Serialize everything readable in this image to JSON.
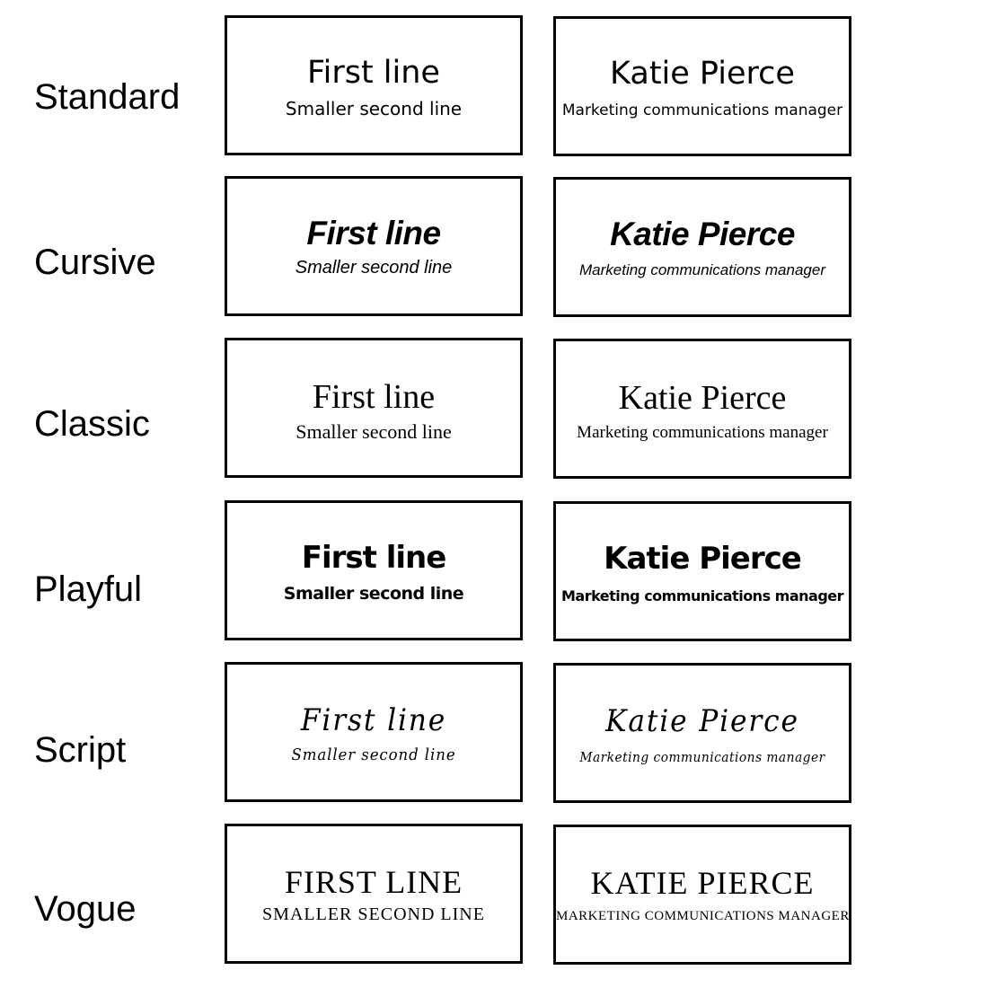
{
  "rows": [
    {
      "label": "Standard",
      "sample_line1": "First line",
      "sample_line2": "Smaller second line",
      "example_line1": "Katie Pierce",
      "example_line2": "Marketing communications manager"
    },
    {
      "label": "Cursive",
      "sample_line1": "First line",
      "sample_line2": "Smaller second line",
      "example_line1": "Katie Pierce",
      "example_line2": "Marketing communications manager"
    },
    {
      "label": "Classic",
      "sample_line1": "First line",
      "sample_line2": "Smaller second line",
      "example_line1": "Katie Pierce",
      "example_line2": "Marketing communications manager"
    },
    {
      "label": "Playful",
      "sample_line1": "First line",
      "sample_line2": "Smaller second line",
      "example_line1": "Katie Pierce",
      "example_line2": "Marketing communications manager"
    },
    {
      "label": "Script",
      "sample_line1": "First line",
      "sample_line2": "Smaller second line",
      "example_line1": "Katie Pierce",
      "example_line2": "Marketing communications manager"
    },
    {
      "label": "Vogue",
      "sample_line1": "First line",
      "sample_line2": "Smaller second line",
      "example_line1": "Katie Pierce",
      "example_line2": "Marketing communications manager"
    }
  ]
}
